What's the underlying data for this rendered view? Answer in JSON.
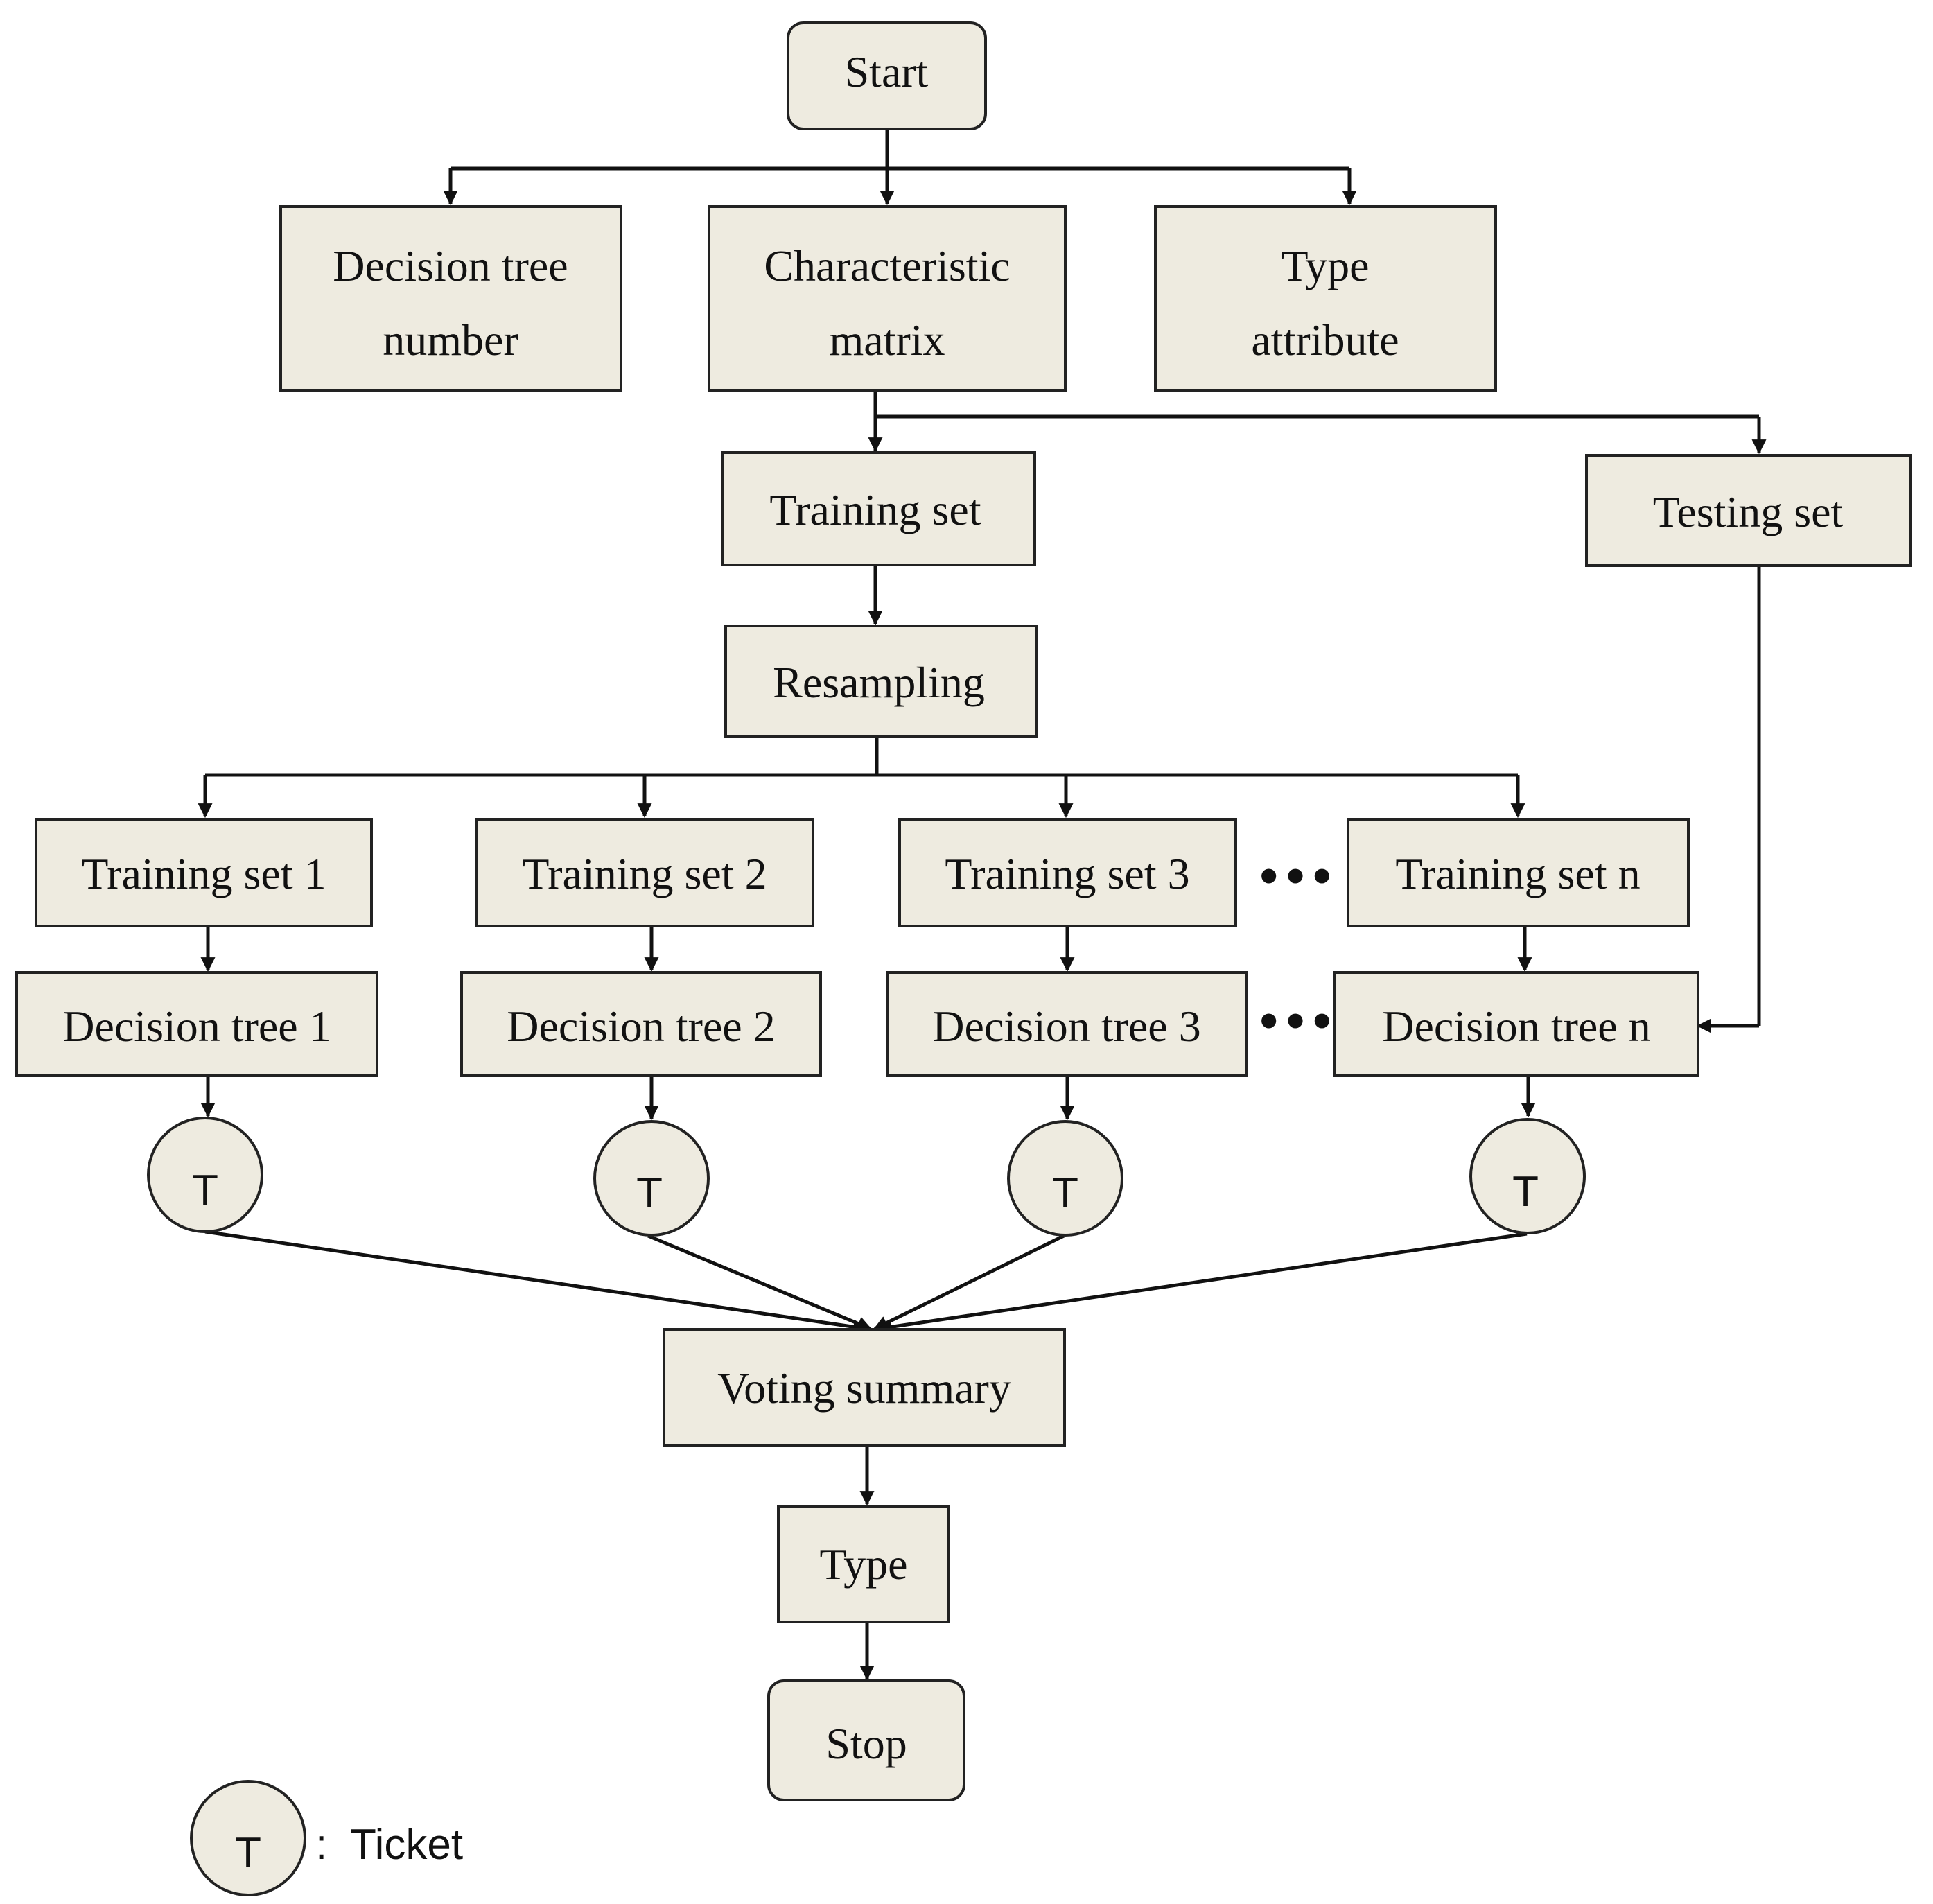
{
  "nodes": {
    "start": "Start",
    "decision_tree_number": [
      "Decision tree",
      "number"
    ],
    "characteristic_matrix": [
      "Characteristic",
      "matrix"
    ],
    "type_attribute": [
      "Type",
      "attribute"
    ],
    "training_set": "Training set",
    "testing_set": "Testing set",
    "resampling": "Resampling",
    "training_sets": [
      "Training set 1",
      "Training set 2",
      "Training set 3",
      "Training set n"
    ],
    "decision_trees": [
      "Decision tree 1",
      "Decision tree 2",
      "Decision tree 3",
      "Decision tree n"
    ],
    "ticket_symbol": "T",
    "ellipsis": "•••",
    "voting_summary": "Voting summary",
    "type": "Type",
    "stop": "Stop"
  },
  "legend": {
    "symbol": "T",
    "separator": ":",
    "label": "Ticket"
  },
  "colors": {
    "box_fill": "#eeebe0",
    "stroke": "#222222"
  }
}
